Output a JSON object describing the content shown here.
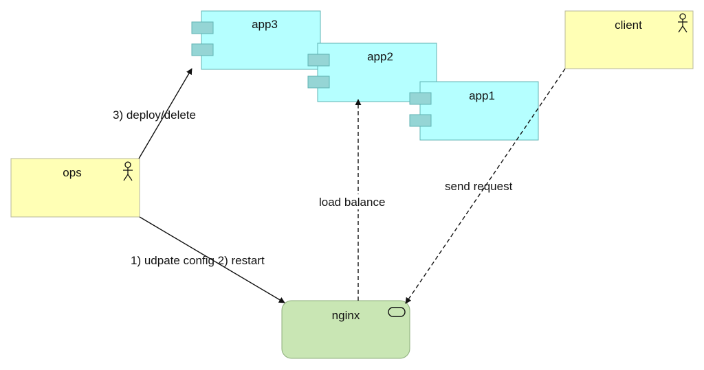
{
  "colors": {
    "actor_fill": "#ffffb5",
    "actor_stroke": "#b7b79a",
    "component_fill": "#b5ffff",
    "component_stroke": "#5fb3b3",
    "port_fill": "#95d5d5",
    "service_fill": "#c9e6b4",
    "service_stroke": "#8cad7a",
    "line": "#111111"
  },
  "nodes": {
    "app3": {
      "label": "app3",
      "icon": "component-icon"
    },
    "app2": {
      "label": "app2",
      "icon": "component-icon"
    },
    "app1": {
      "label": "app1",
      "icon": "component-icon"
    },
    "client": {
      "label": "client",
      "icon": "actor-icon"
    },
    "ops": {
      "label": "ops",
      "icon": "actor-icon"
    },
    "nginx": {
      "label": "nginx",
      "icon": "service-icon"
    }
  },
  "edges": {
    "deploy": {
      "label": "3) deploy/delete",
      "from": "ops",
      "to": "app3",
      "style": "solid"
    },
    "update": {
      "label": "1) udpate config 2) restart",
      "from": "ops",
      "to": "nginx",
      "style": "solid"
    },
    "balance": {
      "label": "load balance",
      "from": "nginx",
      "to": "app2",
      "style": "dashed"
    },
    "request": {
      "label": "send request",
      "from": "client",
      "to": "nginx",
      "style": "dashed"
    }
  }
}
